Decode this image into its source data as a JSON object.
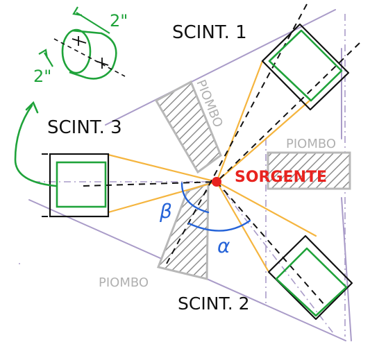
{
  "labels": {
    "scint1": "SCINT. 1",
    "scint2": "SCINT. 2",
    "scint3": "SCINT. 3",
    "source": "SORGENTE",
    "lead_top": "PIOMBO",
    "lead_right": "PIOMBO",
    "lead_bottom": "PIOMBO",
    "angle_alpha": "α",
    "angle_beta": "β",
    "dim_length": "2\"",
    "dim_diameter": "2\""
  },
  "colors": {
    "detector": "#1fa33a",
    "ray": "#f5b53f",
    "source": "#e8231f",
    "angle": "#2563d8",
    "boundary": "#a99bc8",
    "lead": "#b8b8b8",
    "ink": "#111111"
  }
}
